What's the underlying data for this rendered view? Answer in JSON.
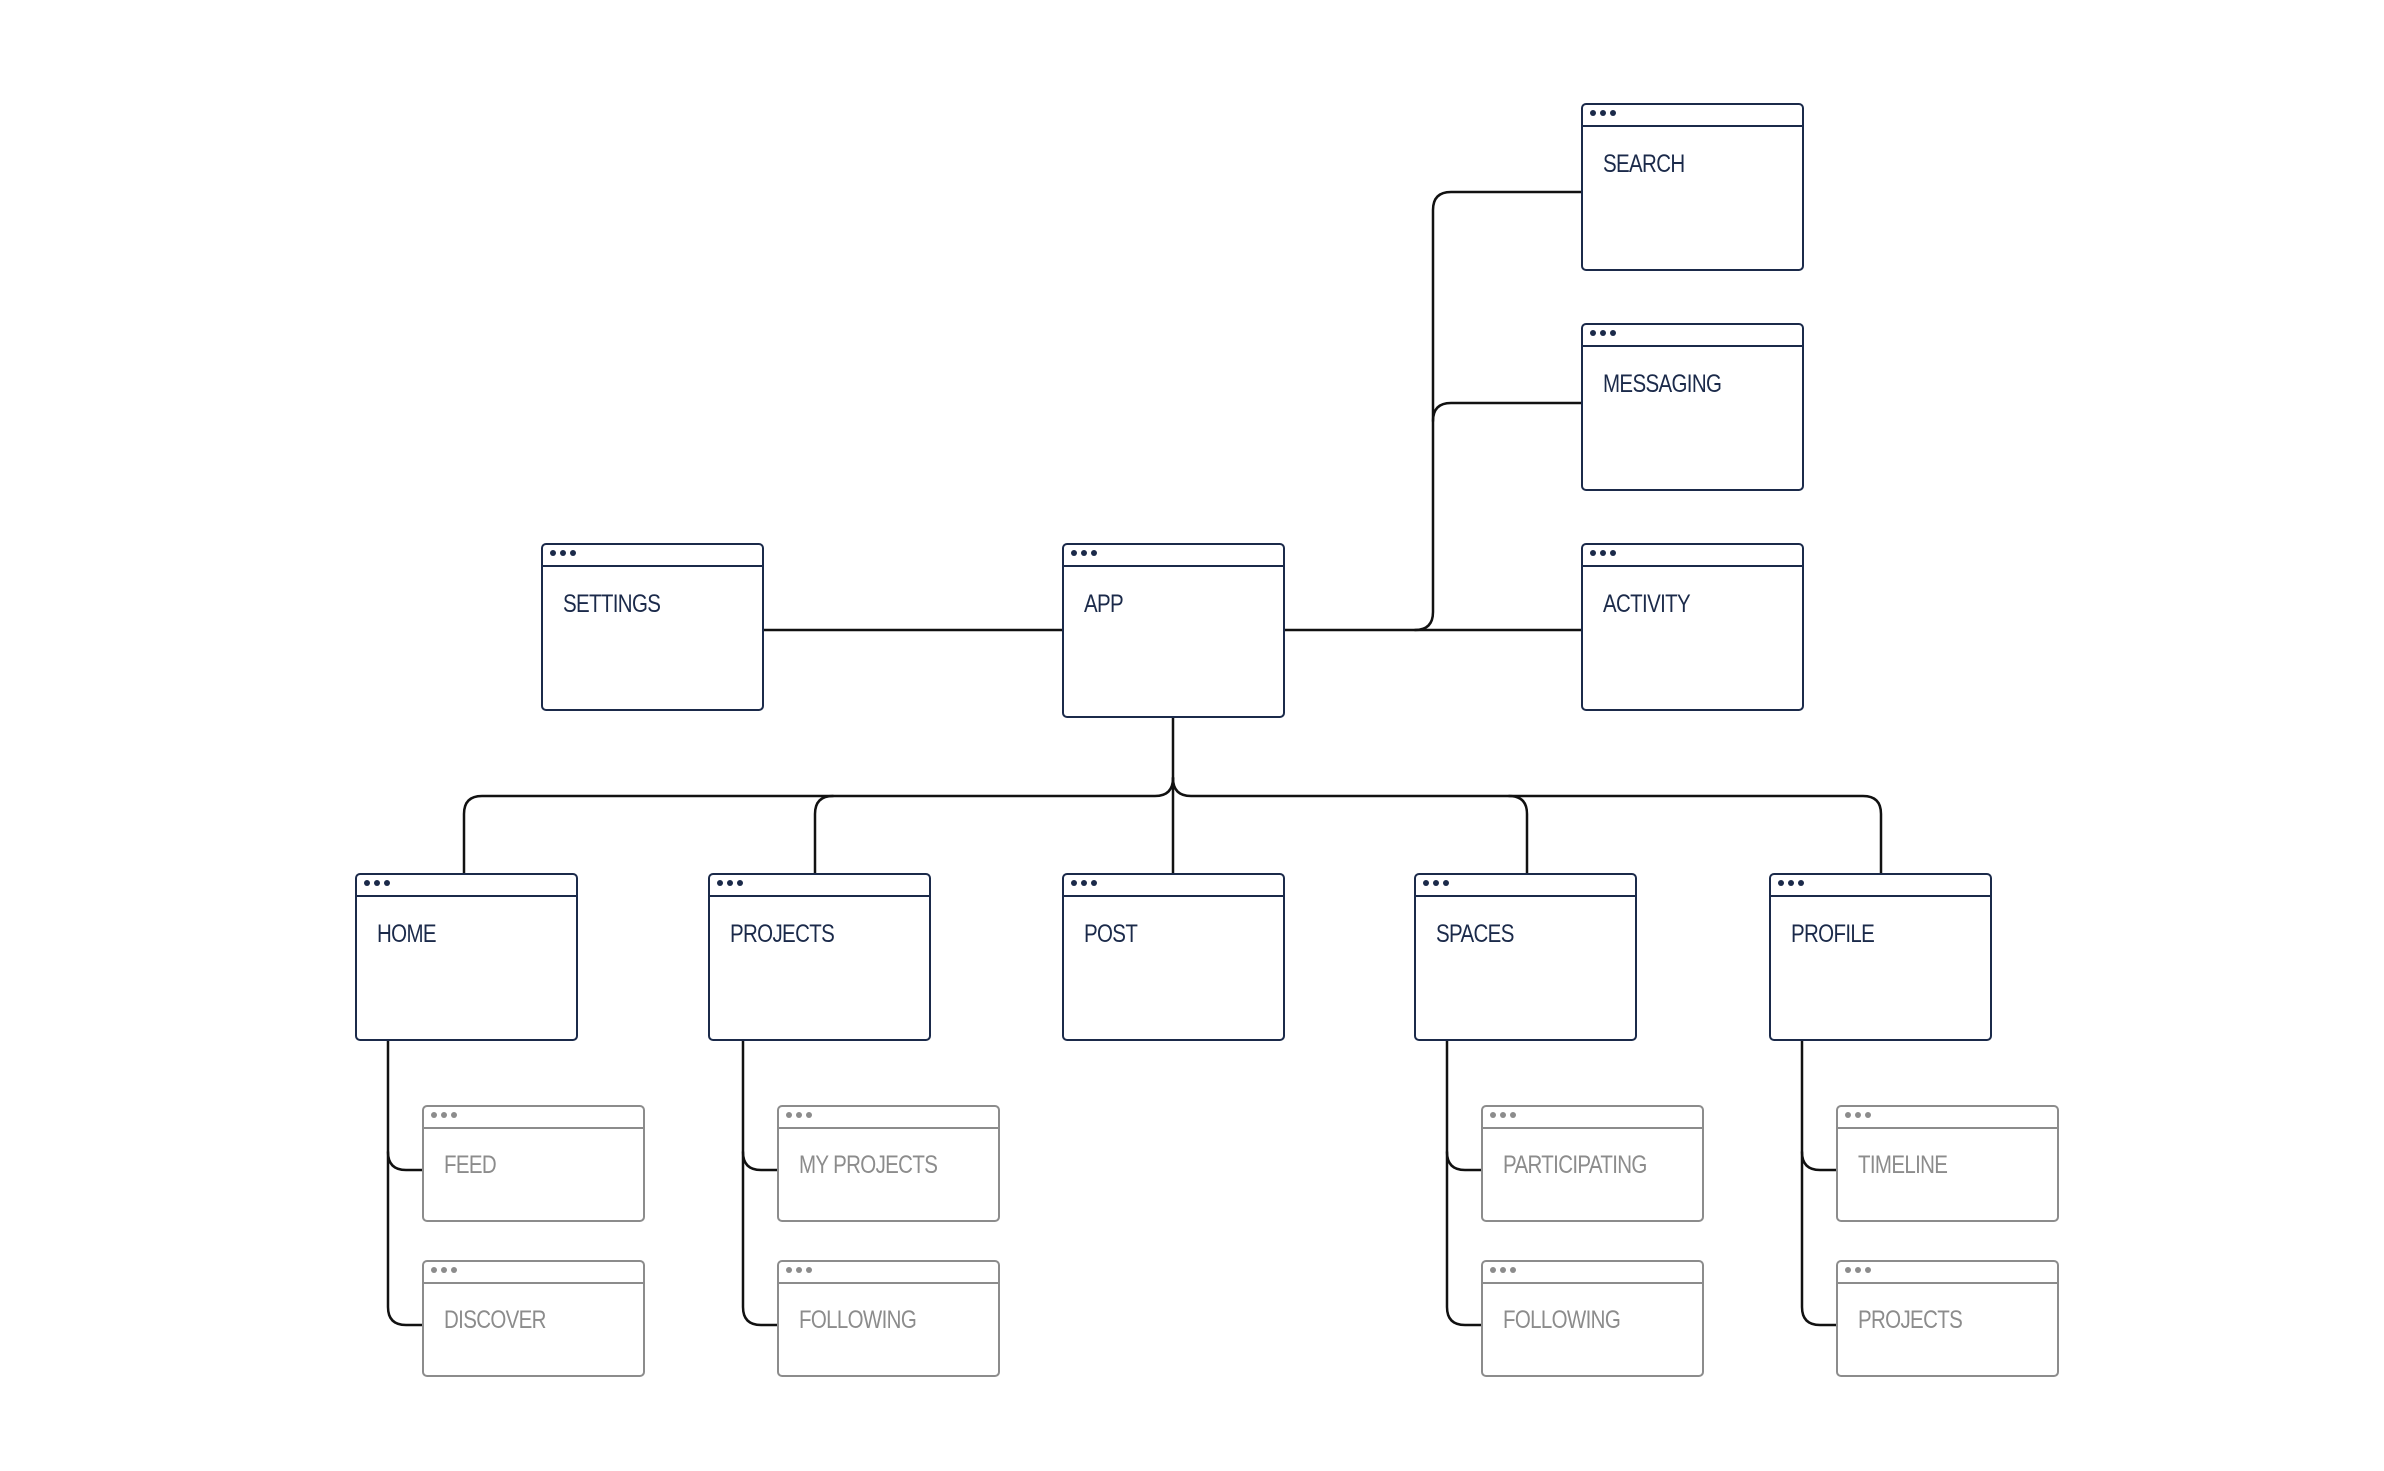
{
  "colors": {
    "primary_stroke": "#1b2a4a",
    "secondary_stroke": "#8c8c8c",
    "connector": "#111111",
    "background": "#ffffff"
  },
  "nodes": {
    "app": "APP",
    "settings": "SETTINGS",
    "search": "SEARCH",
    "messaging": "MESSAGING",
    "activity": "ACTIVITY",
    "home": "HOME",
    "projects": "PROJECTS",
    "post": "POST",
    "spaces": "SPACES",
    "profile": "PROFILE",
    "feed": "FEED",
    "discover": "DISCOVER",
    "my_projects": "MY PROJECTS",
    "projects_following": "FOLLOWING",
    "participating": "PARTICIPATING",
    "spaces_following": "FOLLOWING",
    "timeline": "TIMELINE",
    "profile_projects": "PROJECTS"
  }
}
